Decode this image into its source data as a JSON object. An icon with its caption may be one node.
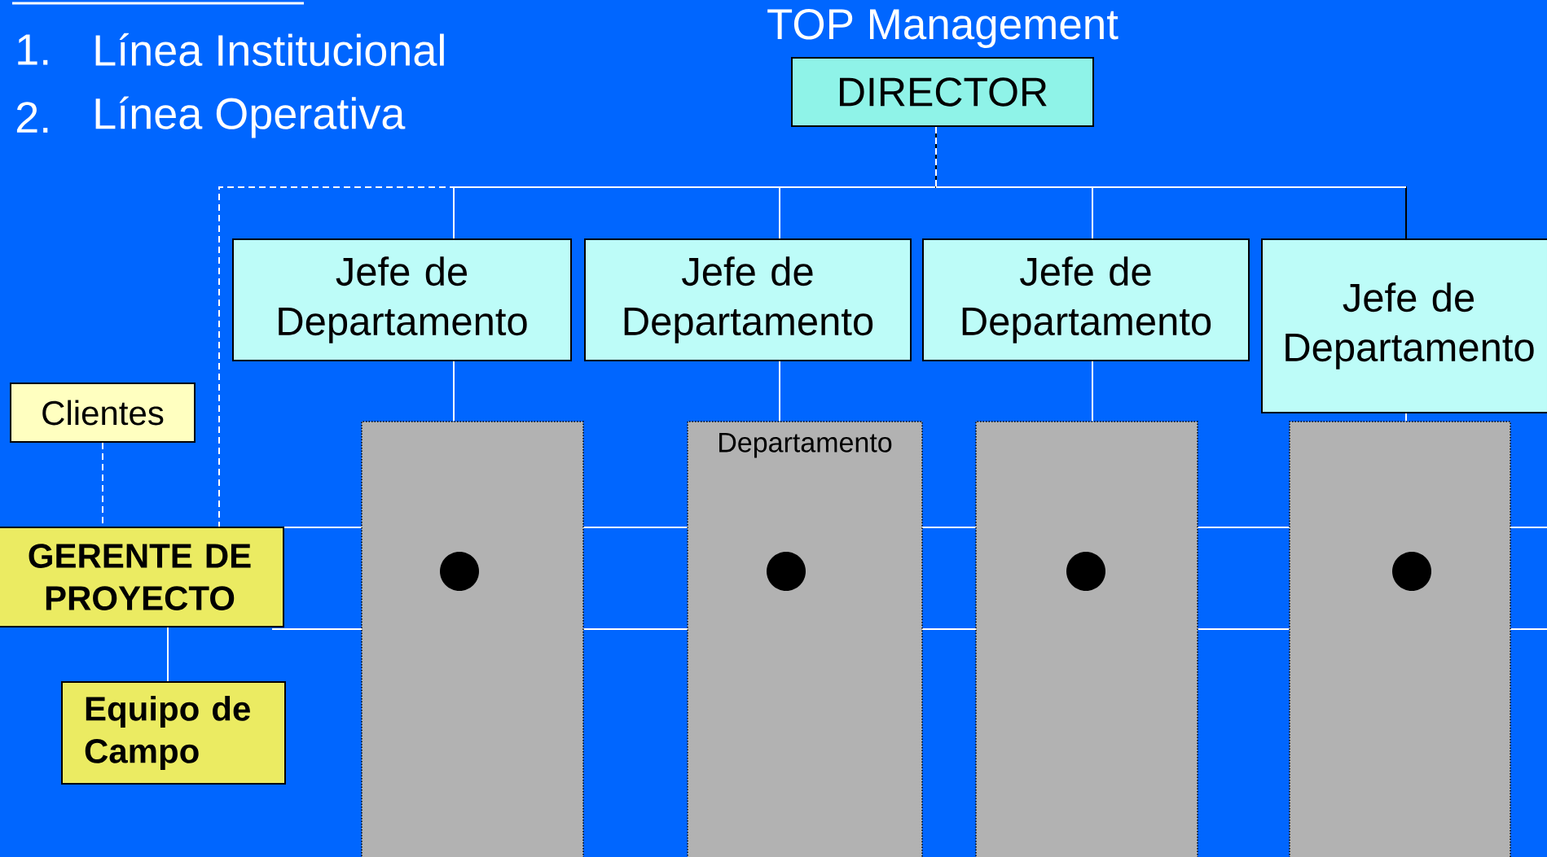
{
  "diagram": {
    "nodes": [
      {
        "text": [
          "TOP Management",
          "DIRECTOR"
        ]
      },
      {
        "text": [
          "Jefe de Departamento"
        ]
      },
      {
        "text": [
          "Jefe de Departamento"
        ]
      },
      {
        "text": [
          "Jefe de Departamento"
        ]
      },
      {
        "text": [
          "Jefe de Departamento"
        ]
      },
      {
        "text": [
          "Clientes"
        ]
      },
      {
        "text": [],
        "shape": "bar"
      },
      {
        "text": [
          "Departamento"
        ]
      },
      {
        "text": [],
        "shape": "bar"
      },
      {
        "text": [],
        "shape": "bar"
      },
      {
        "text": [
          "GERENTE DE PROYECTO"
        ]
      },
      {
        "text": [
          "Equipo de Campo"
        ]
      }
    ],
    "edges": [
      {
        "from": 0,
        "to": 1,
        "arrow": "none"
      },
      {
        "from": 0,
        "to": 2,
        "arrow": "none"
      },
      {
        "from": 0,
        "to": 3,
        "arrow": "none"
      },
      {
        "from": 0,
        "to": 4,
        "arrow": "none",
        "color": "#000000"
      },
      {
        "from": 1,
        "to": 6,
        "arrow": "none"
      },
      {
        "from": 2,
        "to": 7,
        "arrow": "none"
      },
      {
        "from": 3,
        "to": 8,
        "arrow": "none"
      },
      {
        "from": 4,
        "to": 9,
        "arrow": "none"
      },
      {
        "from": 0,
        "to": 10,
        "arrow": "none",
        "style": "dashed"
      },
      {
        "from": 5,
        "to": 10,
        "arrow": "none",
        "style": "dashed"
      },
      {
        "from": 10,
        "to": 11,
        "arrow": "none"
      }
    ],
    "labels": [
      "1.",
      "Línea Institucional",
      "2.",
      "Línea Operativa"
    ]
  }
}
